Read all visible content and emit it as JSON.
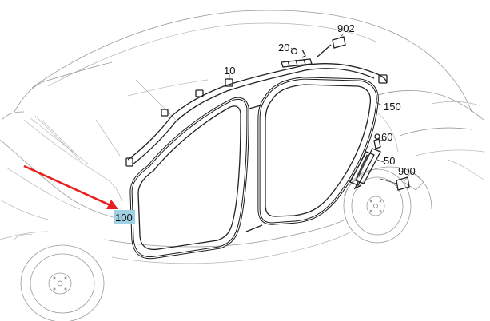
{
  "labels": {
    "p902": "902",
    "p20": "20",
    "p10": "10",
    "p150": "150",
    "p60": "60",
    "p50": "50",
    "p900": "900",
    "p100": "100"
  },
  "highlight": {
    "part": "100",
    "box_color": "#9fd0e3",
    "arrow_color": "#e8201e"
  }
}
